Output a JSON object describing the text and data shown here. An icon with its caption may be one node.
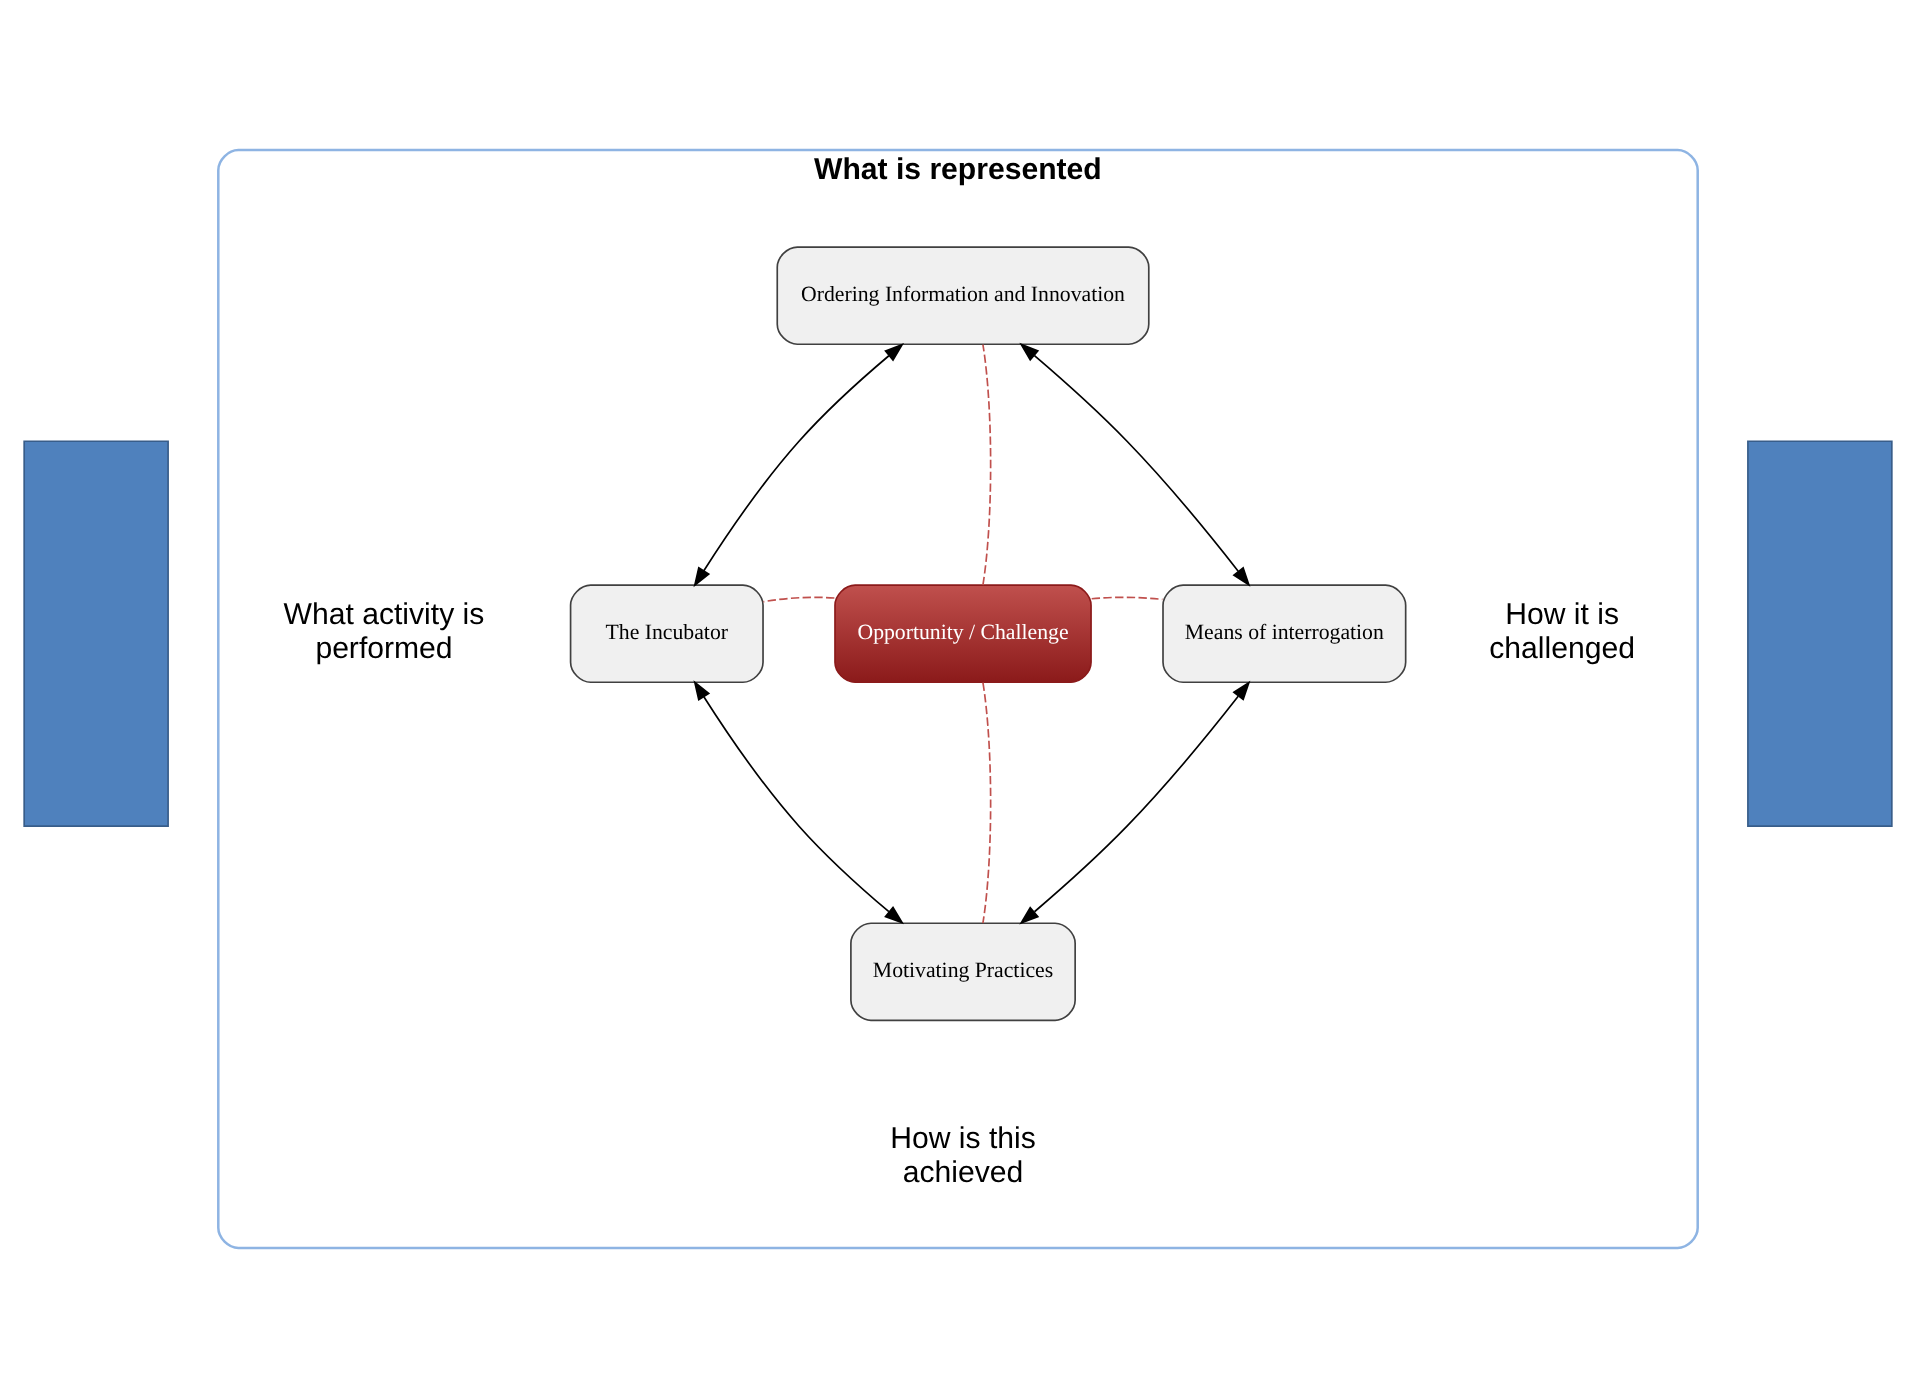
{
  "diagram": {
    "nodes": [
      {
        "text": [],
        "shape": "bar"
      },
      {
        "text": [
          "What is represented",
          "What activity is performed",
          "How it is challenged",
          "How is this achieved"
        ]
      },
      {
        "text": [
          "Ordering Information and Innovation"
        ],
        "in": 1
      },
      {
        "text": [
          "The Incubator"
        ],
        "in": 1
      },
      {
        "text": [
          "Opportunity / Challenge"
        ],
        "in": 1
      },
      {
        "text": [
          "Means of interrogation"
        ],
        "in": 1
      },
      {
        "text": [
          "Motivating Practices"
        ],
        "in": 1
      },
      {
        "text": [],
        "shape": "bar"
      }
    ],
    "edges": [
      {
        "from": 3,
        "to": 2,
        "arrow": "both"
      },
      {
        "from": 2,
        "to": 5,
        "arrow": "both"
      },
      {
        "from": 3,
        "to": 6,
        "arrow": "both"
      },
      {
        "from": 5,
        "to": 6,
        "arrow": "both"
      },
      {
        "from": 4,
        "to": 2,
        "arrow": "none",
        "style": "dashed",
        "color": "#c0504d"
      },
      {
        "from": 4,
        "to": 3,
        "arrow": "none",
        "style": "dashed",
        "color": "#c0504d"
      },
      {
        "from": 4,
        "to": 5,
        "arrow": "none",
        "style": "dashed",
        "color": "#c0504d"
      },
      {
        "from": 4,
        "to": 6,
        "arrow": "none",
        "style": "dashed",
        "color": "#c0504d"
      }
    ]
  }
}
